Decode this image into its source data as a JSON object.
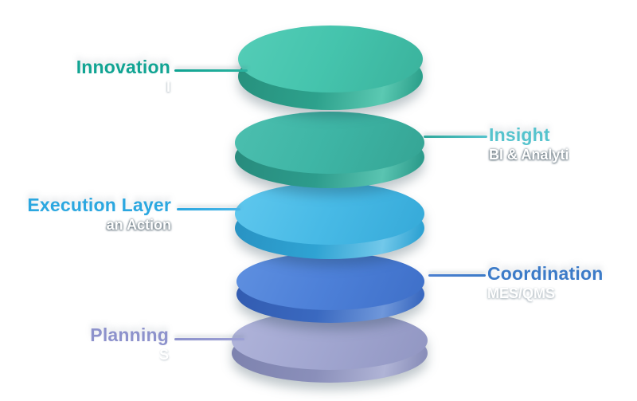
{
  "diagram": {
    "kind": "3d-layered-disc-stack",
    "background": "#ffffff"
  },
  "layers": [
    {
      "id": "innovation",
      "side": "left",
      "title": "Innovation",
      "subtitle_hidden_prefix": "A",
      "subtitle_visible": "I",
      "subtitle_hidden_suffix": "",
      "title_color": "#11a493",
      "disc_top_color": "#45c4ad",
      "disc_side_color": "#2da18c"
    },
    {
      "id": "insight",
      "side": "right",
      "title": "Insight",
      "subtitle_hidden_prefix": "",
      "subtitle_visible": "BI & Analyti",
      "subtitle_hidden_suffix": "cs",
      "title_color": "#55c3cd",
      "disc_top_color": "#3eb5a5",
      "disc_side_color": "#2d9c8c"
    },
    {
      "id": "execution",
      "side": "left",
      "title": "Execution Layer",
      "subtitle_hidden_prefix": "Hum",
      "subtitle_visible": "an Action",
      "subtitle_hidden_suffix": "",
      "title_color": "#2ba7e0",
      "disc_top_color": "#48bae6",
      "disc_side_color": "#2fa3d3"
    },
    {
      "id": "coordination",
      "side": "right",
      "title": "Coordination",
      "subtitle_hidden_prefix": "",
      "subtitle_visible": "MES/QMS",
      "subtitle_hidden_suffix": "",
      "title_color": "#3c7bc8",
      "disc_top_color": "#4d80d8",
      "disc_side_color": "#3a69c0"
    },
    {
      "id": "planning",
      "side": "left",
      "title": "Planning",
      "subtitle_hidden_prefix": "ERP/AP",
      "subtitle_visible": "S",
      "subtitle_hidden_suffix": "",
      "title_color": "#8d92cc",
      "disc_top_color": "#a1a6d0",
      "disc_side_color": "#8a8fba"
    }
  ]
}
